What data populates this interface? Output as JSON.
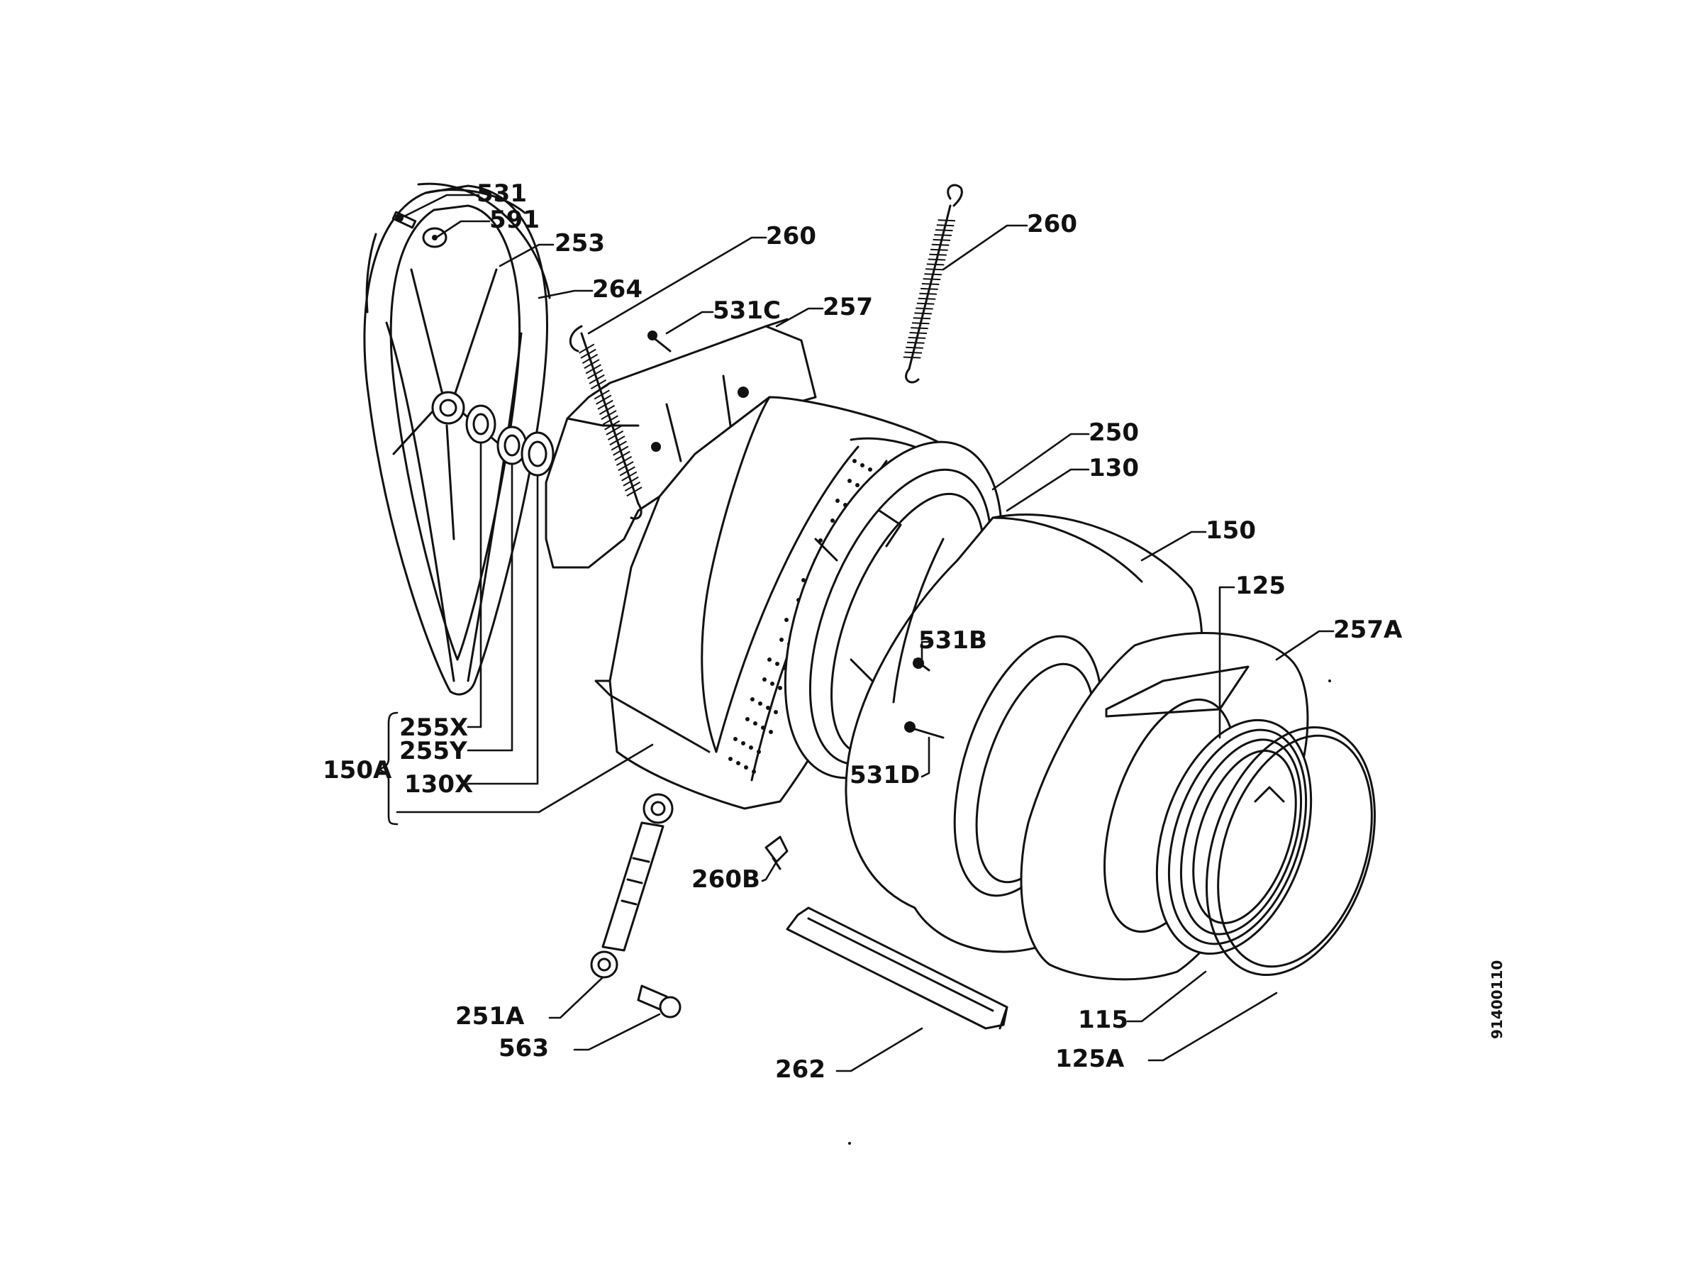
{
  "labels": {
    "p531": "531",
    "p591": "591",
    "p253": "253",
    "p264": "264",
    "p260_left": "260",
    "p531c": "531C",
    "p257": "257",
    "p260_right": "260",
    "p250": "250",
    "p130": "130",
    "p150": "150",
    "p125": "125",
    "p257a": "257A",
    "p531b": "531B",
    "p531d": "531D",
    "p255x": "255X",
    "p255y": "255Y",
    "p130x": "130X",
    "p150a": "150A",
    "p260b": "260B",
    "p251a": "251A",
    "p563": "563",
    "p262": "262",
    "p115": "115",
    "p125a": "125A"
  },
  "drawing_code": "91400110"
}
